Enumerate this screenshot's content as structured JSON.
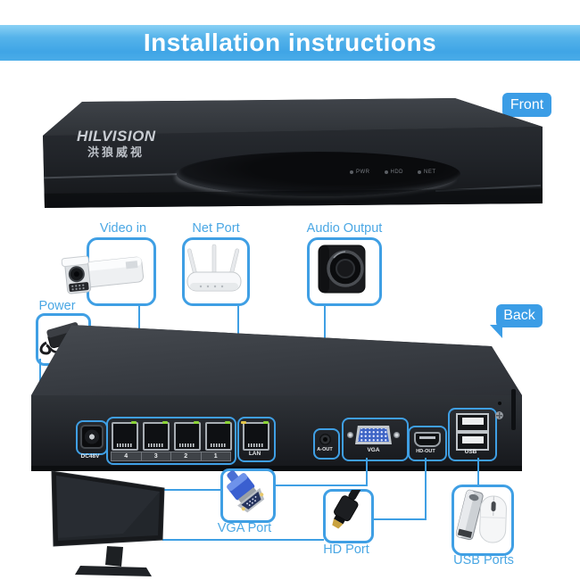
{
  "banner": {
    "title": "Installation instructions"
  },
  "badges": {
    "front": "Front",
    "back": "Back"
  },
  "device": {
    "brand": "HILVISION",
    "brand_cn": "洪狼威视",
    "front_leds": [
      "PWR",
      "HDD",
      "NET"
    ]
  },
  "callouts": {
    "video_in": "Video in",
    "net_port": "Net Port",
    "audio_output": "Audio Output",
    "power": "Power",
    "vga_port": "VGA Port",
    "hd_port": "HD Port",
    "usb_ports": "USB Ports"
  },
  "back_panel": {
    "dc": "DC48V",
    "eth_ports": [
      "4",
      "3",
      "2",
      "1"
    ],
    "lan": "LAN",
    "aout": "A-OUT",
    "vga": "VGA",
    "hdout": "HD-OUT",
    "usb": "USB"
  },
  "colors": {
    "accent": "#3f9fe4",
    "label_blue": "#4aa7e4",
    "badge_blue": "#3b9de6",
    "banner_top": "#8ad1f5",
    "banner_bottom": "#3fa5e6"
  }
}
